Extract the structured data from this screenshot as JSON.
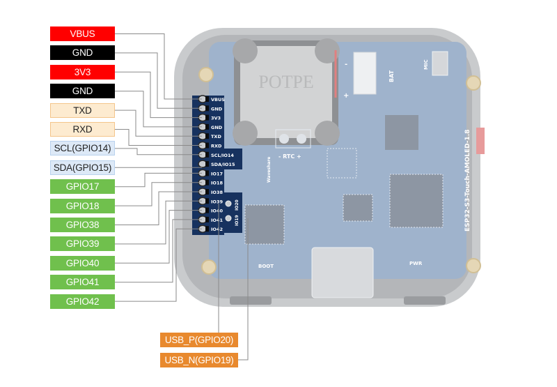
{
  "colors": {
    "power": "#ff0000",
    "ground": "#000000",
    "uart_fill": "#fdebd0",
    "uart_border": "#f4c58a",
    "i2c_fill": "#dde9f7",
    "i2c_border": "#b9d2ee",
    "gpio": "#70c04d",
    "usb": "#e8892e",
    "leader_line": "#8a8a8a",
    "pcb": "#9fb3cc",
    "header_pcb": "#17325f"
  },
  "pin_labels": [
    {
      "label": "VBUS",
      "type": "power"
    },
    {
      "label": "GND",
      "type": "ground"
    },
    {
      "label": "3V3",
      "type": "power"
    },
    {
      "label": "GND",
      "type": "ground"
    },
    {
      "label": "TXD",
      "type": "uart"
    },
    {
      "label": "RXD",
      "type": "uart"
    },
    {
      "label": "SCL(GPIO14)",
      "type": "i2c"
    },
    {
      "label": "SDA(GPIO15)",
      "type": "i2c"
    },
    {
      "label": "GPIO17",
      "type": "gpio"
    },
    {
      "label": "GPIO18",
      "type": "gpio"
    },
    {
      "label": "GPIO38",
      "type": "gpio"
    },
    {
      "label": "GPIO39",
      "type": "gpio"
    },
    {
      "label": "GPIO40",
      "type": "gpio"
    },
    {
      "label": "GPIO41",
      "type": "gpio"
    },
    {
      "label": "GPIO42",
      "type": "gpio"
    }
  ],
  "usb_labels": [
    {
      "label": "USB_P(GPIO20)",
      "type": "usb"
    },
    {
      "label": "USB_N(GPIO19)",
      "type": "usb"
    }
  ],
  "board": {
    "header_silkscreen": [
      "VBUS",
      "GND",
      "3V3",
      "GND",
      "TXD",
      "RXD",
      "SCL/IO14",
      "SDA/IO15",
      "IO17",
      "IO18",
      "IO38",
      "IO39",
      "IO40",
      "IO41",
      "IO42"
    ],
    "usb_pad_silkscreen": [
      "IO19",
      "IO20"
    ],
    "board_name": "ESP32-S3-Touch-AMOLED-1.8",
    "speaker_marking": "POTPE",
    "rtc_label": "- RTC +",
    "bat_label": "BAT",
    "mic_label": "MIC",
    "boot_label": "BOOT",
    "pwr_label": "PWR",
    "brand": "Waveshare",
    "bat_polarity": [
      "-",
      "+"
    ]
  }
}
